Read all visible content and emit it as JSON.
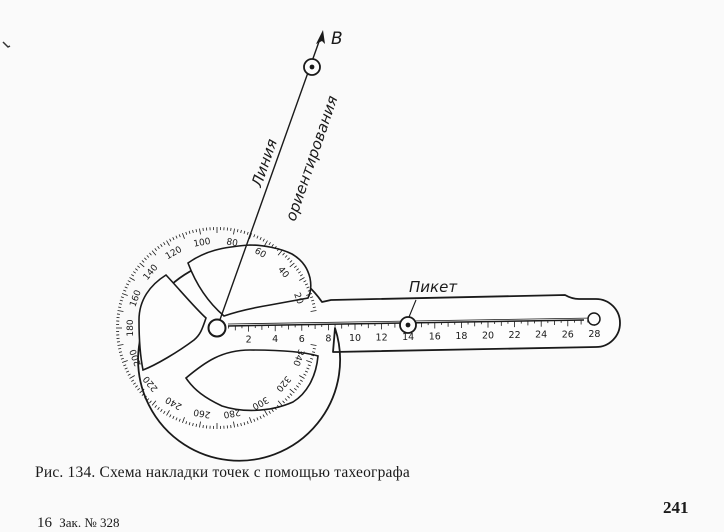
{
  "figure": {
    "label_direction": "B",
    "label_line_1": "Линия",
    "label_line_2": "ориентирования",
    "label_picket": "Пикет",
    "protractor_ticks": [
      "20",
      "40",
      "60",
      "80",
      "100",
      "120",
      "140",
      "160",
      "180",
      "200",
      "220",
      "240",
      "260",
      "280",
      "300",
      "320",
      "340"
    ],
    "ruler_ticks": [
      "2",
      "4",
      "6",
      "8",
      "10",
      "12",
      "14",
      "16",
      "18",
      "20",
      "22",
      "24",
      "26",
      "28"
    ]
  },
  "caption": "Рис. 134. Схема накладки точек с помощью тахеографа",
  "page_number": "241",
  "footer": {
    "signature": "16",
    "order": "Зак. №  328"
  }
}
